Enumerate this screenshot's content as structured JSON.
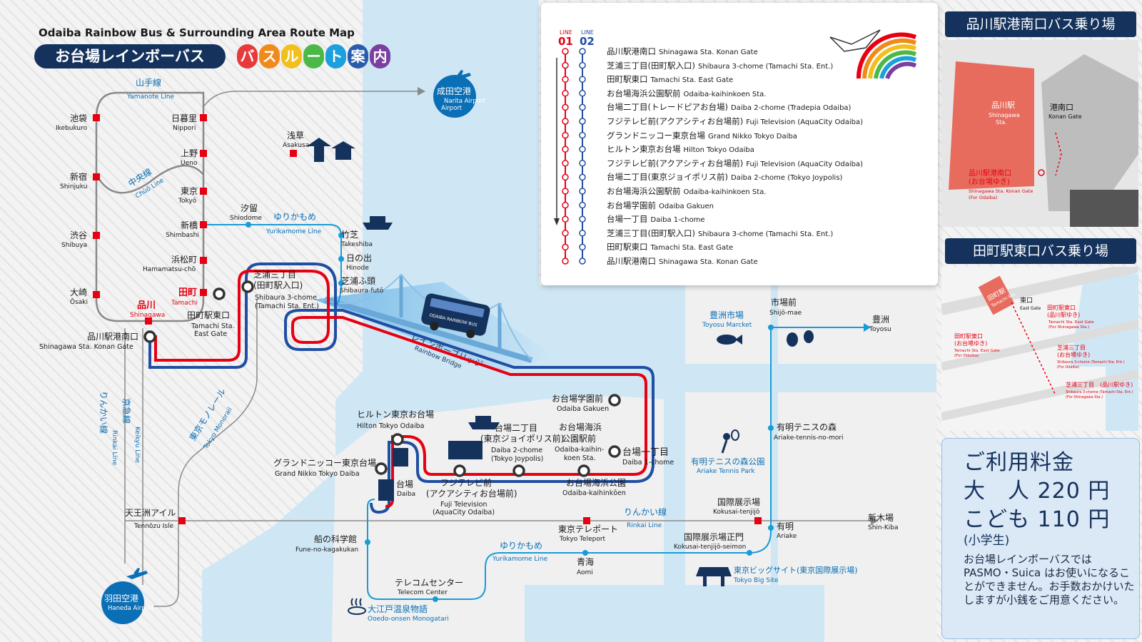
{
  "header": {
    "title_en": "Odaiba Rainbow Bus & Surrounding Area Route Map",
    "title_jp": "お台場レインボーバス",
    "subtitle_chars": [
      "バ",
      "ス",
      "ル",
      "ー",
      "ト",
      "案",
      "内"
    ],
    "subtitle_colors": [
      "#e83a3a",
      "#f08a1c",
      "#f2c01a",
      "#4cb848",
      "#1aa0dc",
      "#2a5cae",
      "#7b3fa0"
    ]
  },
  "colors": {
    "sea": "#cfe7f5",
    "land": "#f0f0f0",
    "line01": "#e60012",
    "line02": "#1f4ea3",
    "jr": "#8a8a8a",
    "yurikamome": "#1a9bd7",
    "navy": "#14325c"
  },
  "legend": {
    "line01_label": "LINE",
    "line01_num": "01",
    "line02_label": "LINE",
    "line02_num": "02",
    "stops": [
      {
        "jp": "品川駅港南口",
        "en": "Shinagawa Sta. Konan Gate"
      },
      {
        "jp": "芝浦三丁目(田町駅入口)",
        "en": "Shibaura 3-chome (Tamachi Sta. Ent.)"
      },
      {
        "jp": "田町駅東口",
        "en": "Tamachi Sta. East Gate"
      },
      {
        "jp": "お台場海浜公園駅前",
        "en": "Odaiba-kaihinkoen Sta."
      },
      {
        "jp": "台場二丁目(トレードピアお台場)",
        "en": "Daiba 2-chome (Tradepia Odaiba)"
      },
      {
        "jp": "フジテレビ前(アクアシティお台場前)",
        "en": "Fuji Television (AquaCity Odaiba)"
      },
      {
        "jp": "グランドニッコー東京台場",
        "en": "Grand Nikko Tokyo Daiba"
      },
      {
        "jp": "ヒルトン東京お台場",
        "en": "Hilton Tokyo Odaiba"
      },
      {
        "jp": "フジテレビ前(アクアシティお台場前)",
        "en": "Fuji Television (AquaCity Odaiba)"
      },
      {
        "jp": "台場二丁目(東京ジョイポリス前)",
        "en": "Daiba 2-chome (Tokyo Joypolis)"
      },
      {
        "jp": "お台場海浜公園駅前",
        "en": "Odaiba-kaihinkoen Sta."
      },
      {
        "jp": "お台場学園前",
        "en": "Odaiba Gakuen"
      },
      {
        "jp": "台場一丁目",
        "en": "Daiba 1-chome"
      },
      {
        "jp": "芝浦三丁目(田町駅入口)",
        "en": "Shibaura 3-chome (Tamachi Sta. Ent.)"
      },
      {
        "jp": "田町駅東口",
        "en": "Tamachi Sta. East Gate"
      },
      {
        "jp": "品川駅港南口",
        "en": "Shinagawa Sta. Konan Gate"
      }
    ]
  },
  "map_labels": {
    "yamanote_jp": "山手線",
    "yamanote_en": "Yamanote Line",
    "chuo_jp": "中央線",
    "chuo_en": "Chūō Line",
    "yurikamome_jp": "ゆりかもめ",
    "yurikamome_en": "Yurikamome Line",
    "rinkai_jp": "りんかい線",
    "rinkai_en": "Rinkai Line",
    "keikyu_jp": "京急線",
    "keikyu_en": "Keikyu Line",
    "monorail_jp": "東京モノレール",
    "monorail_en": "Tokyo Monorail",
    "rainbow_jp": "レインボーブリッジ",
    "rainbow_en": "Rainbow Bridge",
    "narita_jp": "成田空港",
    "narita_en": "Narita Airport",
    "haneda_jp": "羽田空港",
    "haneda_en": "Haneda Airport",
    "ikebukuro_jp": "池袋",
    "ikebukuro_en": "Ikebukuro",
    "nippori_jp": "日暮里",
    "nippori_en": "Nippori",
    "asakusa_jp": "浅草",
    "asakusa_en": "Asakusa",
    "ueno_jp": "上野",
    "ueno_en": "Ueno",
    "shinjuku_jp": "新宿",
    "shinjuku_en": "Shinjuku",
    "tokyo_jp": "東京",
    "tokyo_en": "Tokyō",
    "shiodome_jp": "汐留",
    "shiodome_en": "Shiodome",
    "shinbashi_jp": "新橋",
    "shinbashi_en": "Shimbashi",
    "takeshiba_jp": "竹芝",
    "takeshiba_en": "Takeshiba",
    "shibuya_jp": "渋谷",
    "shibuya_en": "Shibuya",
    "hinode_jp": "日の出",
    "hinode_en": "Hinode",
    "hamamatsucho_jp": "浜松町",
    "hamamatsucho_en": "Hamamatsu-chō",
    "shibaurafuto_jp": "芝浦ふ頭",
    "shibaurafuto_en": "Shibaura-futō",
    "osaki_jp": "大崎",
    "osaki_en": "Ōsaki",
    "tamachi_jp": "田町",
    "tamachi_en": "Tamachi",
    "shinagawa_jp": "品川",
    "shinagawa_en": "Shinagawa",
    "shibaura3_jp": "芝浦三丁目",
    "shibaura3_jp2": "(田町駅入口)",
    "shibaura3_en": "Shibaura 3-chome",
    "shibaura3_en2": "(Tamachi Sta. Ent.)",
    "tamachieast_jp": "田町駅東口",
    "tamachieast_en": "Tamachi Sta.",
    "tamachieast_en2": "East Gate",
    "konan_jp": "品川駅港南口",
    "konan_en": "Shinagawa Sta. Konan Gate",
    "toyosumarket_jp": "豊洲市場",
    "toyosumarket_en": "Toyosu Marcket",
    "shijomae_jp": "市場前",
    "shijomae_en": "Shijō-mae",
    "toyosu_jp": "豊洲",
    "toyosu_en": "Toyosu",
    "hilton_jp": "ヒルトン東京お台場",
    "hilton_en": "Hilton Tokyo Odaiba",
    "gakuen_jp": "お台場学園前",
    "gakuen_en": "Odaiba Gakuen",
    "daiba2_jp": "台場二丁目",
    "daiba2_jp2": "(東京ジョイポリス前)",
    "daiba2_en": "Daiba 2-chome",
    "daiba2_en2": "(Tokyo Joypolis)",
    "kaihinmae_jp": "お台場海浜",
    "kaihinmae_jp2": "公園駅前",
    "kaihinmae_en": "Odaiba-kaihin-",
    "kaihinmae_en2": "koen Sta.",
    "daiba1_jp": "台場一丁目",
    "daiba1_en": "Daiba 1-chome",
    "grandnikko_jp": "グランドニッコー東京台場",
    "grandnikko_en": "Grand Nikko Tokyo Daiba",
    "daiba_jp": "台場",
    "daiba_en": "Daiba",
    "fujitv_jp": "フジテレビ前",
    "fujitv_jp2": "(アクアシティお台場前)",
    "fujitv_en": "Fuji Television",
    "fujitv_en2": "(AquaCity Odaiba)",
    "kaihinkoen_jp": "お台場海浜公園",
    "kaihinkoen_en": "Odaiba-kaihinkōen",
    "ariaketennis_jp": "有明テニスの森",
    "ariaketennis_en": "Ariake-tennis-no-mori",
    "tennispark_jp": "有明テニスの森公園",
    "tennispark_en": "Ariake Tennis Park",
    "tennozu_jp": "天王洲アイル",
    "tennozu_en": "Tennōzu Isle",
    "teleport_jp": "東京テレポート",
    "teleport_en": "Tokyo Teleport",
    "kokusai_jp": "国際展示場",
    "kokusai_en": "Kokusai-tenjijō",
    "shinkiba_jp": "新木場",
    "shinkiba_en": "Shin-Kiba",
    "ariake_jp": "有明",
    "ariake_en": "Ariake",
    "funeno_jp": "船の科学館",
    "funeno_en": "Fune-no-kagakukan",
    "seimon_jp": "国際展示場正門",
    "seimon_en": "Kokusai-tenjijō-seimon",
    "aomi_jp": "青海",
    "aomi_en": "Aomi",
    "telecom_jp": "テレコムセンター",
    "telecom_en": "Telecom Center",
    "bigsight_jp": "東京ビッグサイト(東京国際展示場)",
    "bigsight_en": "Tokyo Big Site",
    "oedo_jp": "大江戸温泉物語",
    "oedo_en": "Ooedo-onsen Monogatari",
    "bus_text": "ODAIBA RAINBOW BUS"
  },
  "shinagawa_panel": {
    "title": "品川駅港南口バス乗り場",
    "station_jp": "品川駅",
    "station_en": "Shinagawa",
    "station_en2": "Sta.",
    "gate_jp": "港南口",
    "gate_en": "Konan Gate",
    "stop_jp": "品川駅港南口",
    "stop_jp2": "(お台場ゆき)",
    "stop_en": "Shinagawa Sta. Konan Gate",
    "stop_en2": "(For Odaiba)"
  },
  "tamachi_panel": {
    "title": "田町駅東口バス乗り場",
    "station_jp": "田町駅",
    "station_en": "Tamachi Sta.",
    "east_jp": "東口",
    "east_en": "East Gate",
    "l1_jp": "田町駅東口",
    "l1_jp2": "(品川駅ゆき)",
    "l1_en": "Tamachi Sta. East Gate",
    "l1_en2": "(For Shinagawa Sta.)",
    "l2_jp": "田町駅東口",
    "l2_jp2": "(お台場ゆき)",
    "l2_en": "Tamachi Sta. East Gate",
    "l2_en2": "(For Odaiba)",
    "l3_jp": "芝浦三丁目",
    "l3_jp2": "(お台場ゆき)",
    "l3_en": "Shibaura 3-chome (Tamachi Sta. Ent.)",
    "l3_en2": "(For Odaiba)",
    "l4_jp": "芝浦三丁目",
    "l4_jp2": "(品川駅ゆき)",
    "l4_en": "Shibaura 3-chome (Tamachi Sta. Ent.)",
    "l4_en2": "(For Shinagawa Sta.)"
  },
  "fare": {
    "title": "ご利用料金",
    "adult": "大　人 220 円",
    "child": "こども 110 円",
    "child_note": "(小学生)",
    "note": "お台場レインボーバスでは PASMO・Suica はお使いになることができません。お手数おかけいたしますが小銭をご用意ください。"
  }
}
